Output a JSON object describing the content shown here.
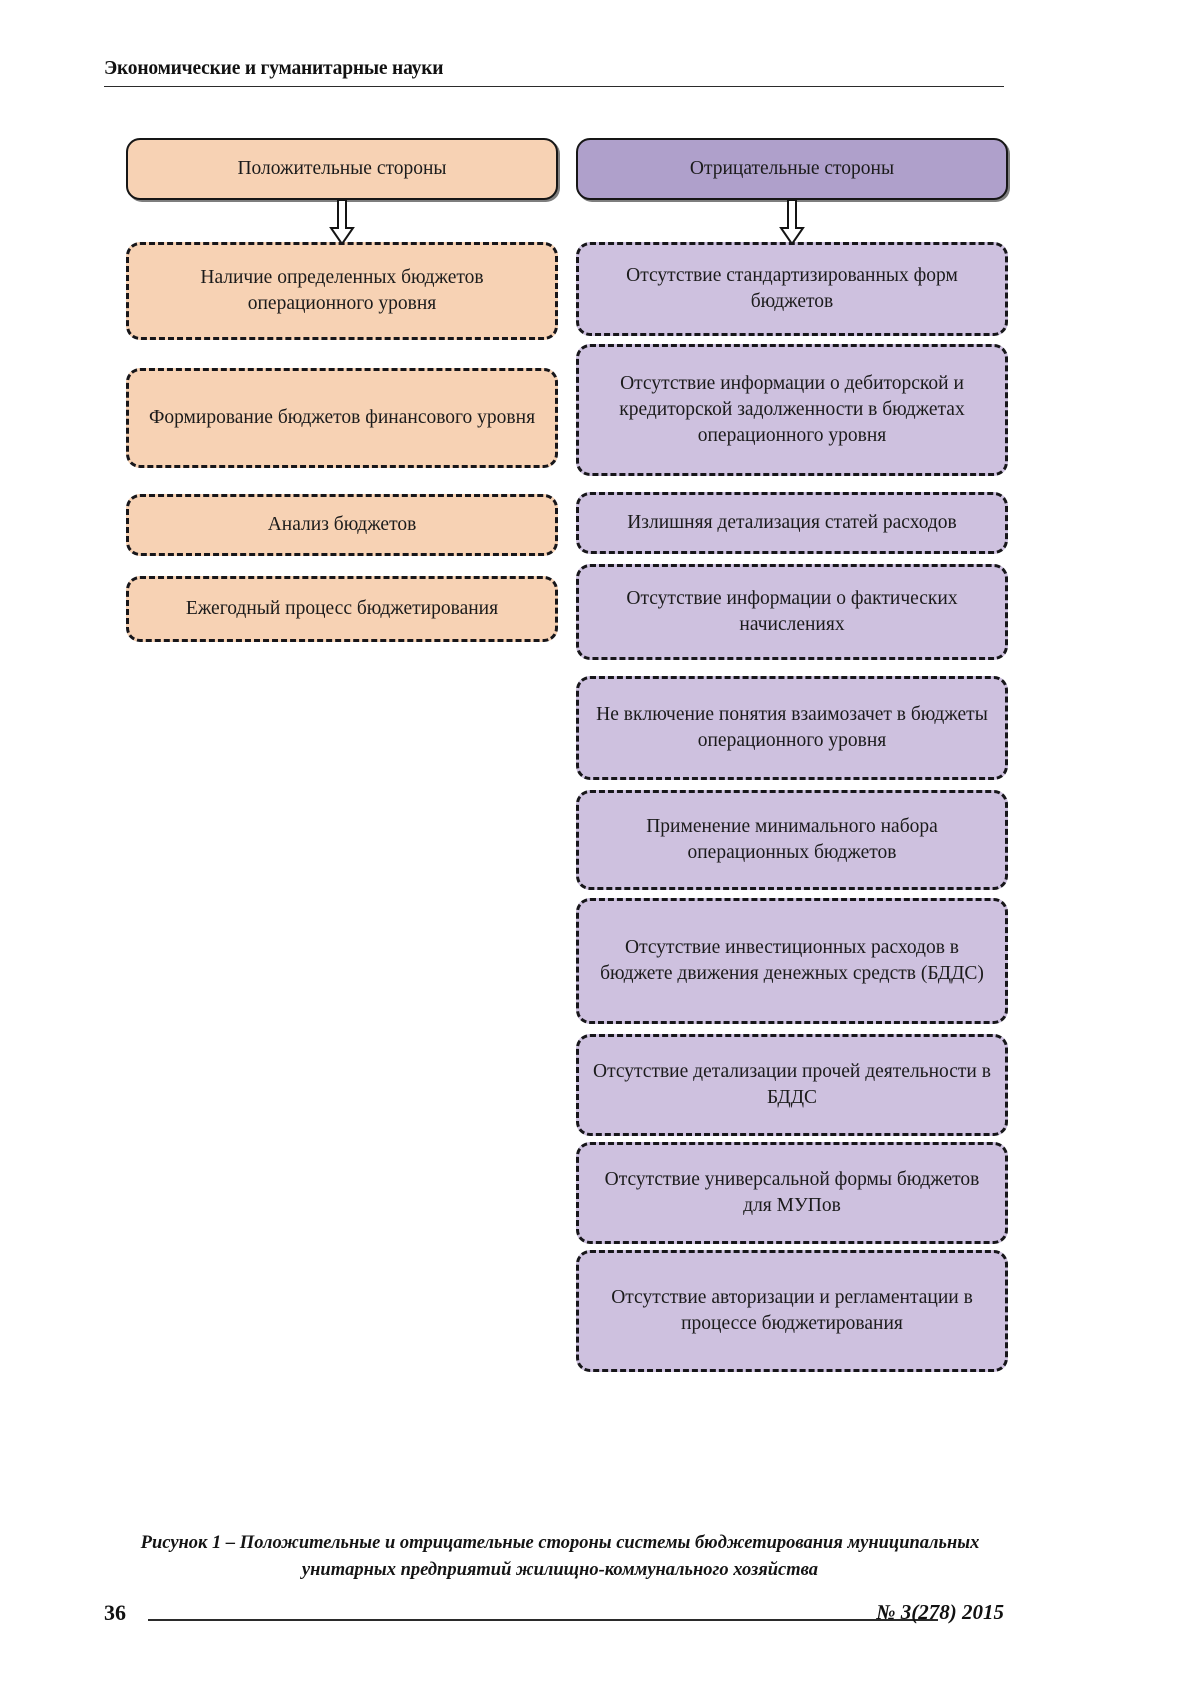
{
  "running_head": {
    "title": "Экономические и гуманитарные науки"
  },
  "figure": {
    "left_column": {
      "header": {
        "label": "Положительные стороны",
        "fill_color": "#f7d2b4"
      },
      "arrow": "down-block-arrow-icon",
      "items": [
        {
          "label": "Наличие определенных бюджетов операционного уровня"
        },
        {
          "label": "Формирование бюджетов финансового уровня"
        },
        {
          "label": "Анализ бюджетов"
        },
        {
          "label": "Ежегодный процесс бюджетирования"
        }
      ]
    },
    "right_column": {
      "header": {
        "label": "Отрицательные стороны",
        "fill_color": "#afa0cb"
      },
      "arrow": "down-block-arrow-icon",
      "items": [
        {
          "label": "Отсутствие стандартизированных форм бюджетов"
        },
        {
          "label": "Отсутствие информации о дебиторской и кредиторской задолженности в бюджетах операционного уровня"
        },
        {
          "label": "Излишняя детализация статей расходов"
        },
        {
          "label": "Отсутствие информации о фактических начислениях"
        },
        {
          "label": "Не включение понятия взаимозачет в бюджеты операционного уровня"
        },
        {
          "label": "Применение минимального набора операционных бюджетов"
        },
        {
          "label": "Отсутствие инвестиционных расходов в бюджете движения денежных средств (БДДС)"
        },
        {
          "label": "Отсутствие детализации прочей деятельности в БДДС"
        },
        {
          "label": "Отсутствие универсальной формы бюджетов для МУПов"
        },
        {
          "label": "Отсутствие авторизации и регламентации в процессе бюджетирования"
        }
      ],
      "item_fill_color": "#cec1df"
    }
  },
  "caption": {
    "line1": "Рисунок 1 – Положительные и отрицательные стороны системы бюджетирования муниципальных",
    "line2": "унитарных предприятий жилищно-коммунального хозяйства"
  },
  "footer": {
    "page_number": "36",
    "issue": "№ 3(278) 2015"
  }
}
